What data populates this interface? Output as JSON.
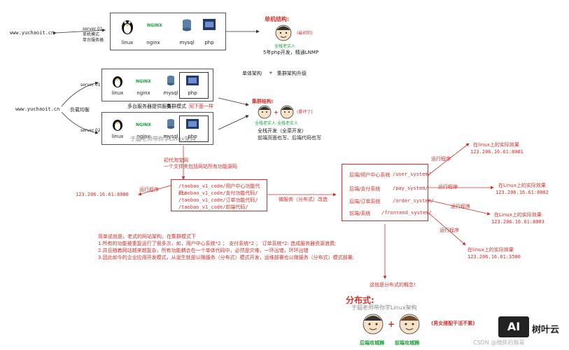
{
  "top": {
    "site": "www.yuchaoit.cn",
    "server_note": [
      "server 01",
      "单机模式",
      "单台服务器"
    ],
    "labels": [
      "linux",
      "nginx",
      "mysql",
      "php"
    ],
    "nginx_logo": "NGINX",
    "title": "单机结构:",
    "person_note": "(最初的)",
    "person_caption": "全栈老实人",
    "caption": "5年php开发，精通LNMP"
  },
  "mid": {
    "site": "www.yuchaoit.cn",
    "lb": "负载均衡",
    "server1": "server 01",
    "server2": "server 02",
    "labels1": [
      "linux",
      "nginx",
      "mysql",
      "php"
    ],
    "labels2": [
      "linux",
      "nginx",
      "mysql",
      "php"
    ],
    "nginx_logo": "NGINX",
    "note1": "多台服务器提供服务",
    "note2": "集群模式",
    "note3": "同下面一样",
    "arch": "单体架构",
    "plus": "+",
    "arch2": "集群架构升级",
    "cluster_title": "集群结构:",
    "person1": "全栈老实人",
    "person2": "全栈老实人",
    "person_note": "(累坏了)",
    "caption1": "全栈开发（全菜开发）",
    "caption2": "前端页面也写、后端代码也写",
    "watermark": "于超老师带你学Linux架构"
  },
  "old": {
    "title1": "初代淘宝网",
    "title2": "一个文件夹包括网站所有功能源码",
    "ip": "123.206.16.61:8080",
    "run": "运行程序",
    "code": [
      "/taobao_v1_code/用户中心功能代码/",
      "/taobao_v1_code/支付功能代码/",
      "/taobao_v1_code/订单功能代码/",
      "/taobao_v1_code/前端代码/"
    ],
    "transform": "微服务（分布式）改造"
  },
  "micro": {
    "rows": [
      {
        "name": "后端/用户中心系统",
        "path": "/user_system/"
      },
      {
        "name": "后端/支付系统",
        "path": "/pay_system/"
      },
      {
        "name": "后端/订单系统",
        "path": "/order_system/"
      },
      {
        "name": "前端/系统",
        "path": "/frontend_system/"
      }
    ],
    "run": "运行程序",
    "effects": [
      {
        "title": "在linux上的实际效果",
        "ip": "123.206.16.61:8001"
      },
      {
        "title": "在Linux上的实际效果",
        "ip": "123.206.16.61:8002"
      },
      {
        "title": "在Linux上的实际效果",
        "ip": "123.206.16.61:8003"
      },
      {
        "title": "在linux上的实际效果",
        "ip": "123.206.16.61:3500"
      }
    ]
  },
  "explain": {
    "l0": "简单说就是，老式的网站架构，在集群模式下",
    "l1": "1.所有的功能被重复运行了很多次，如，用户中心系统*2  ；    支付系统*2 ；     订单系统*2: 造成服务器资源浪费;",
    "l2": "2.并且随着网站越来越复杂，所有功能耦合在一个单体代码中，必然是灾难，一环出错，环环出错",
    "l3": "3.因此如今的企业应用开发模式，从诞生就是以微服务（分布式）模式开发，运维部署也以微服务（分布式）模式部署;"
  },
  "dist": {
    "question": "这就是分布式的概念!",
    "title": "分布式:",
    "watermark": "于超老师带你学Linux架构",
    "backend": "后端攻城狮",
    "frontend": "前端攻城狮",
    "note": "(男女搭配干活不累)"
  },
  "brand": {
    "logo": "AI",
    "name": "树叶云",
    "csdn": "CSDN @微胖的猴哥"
  },
  "colors": {
    "accent": "#d0312d",
    "line": "#444444"
  }
}
